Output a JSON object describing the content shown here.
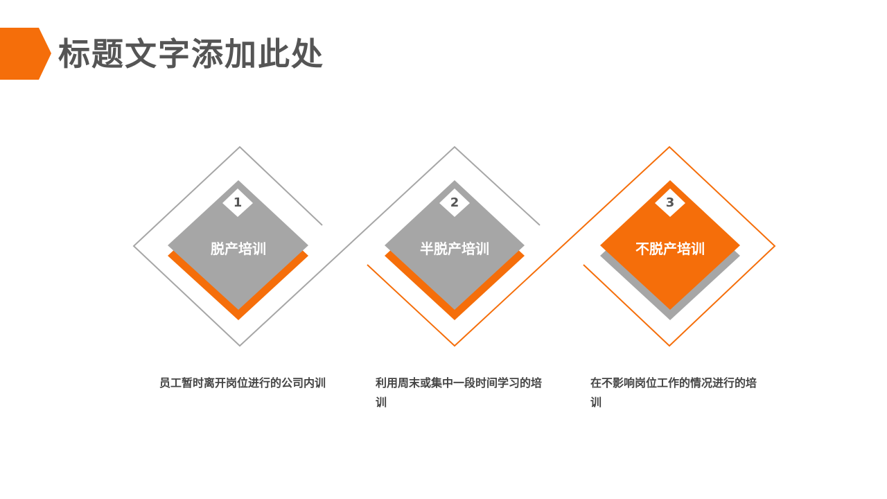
{
  "header": {
    "title": "标题文字添加此处",
    "accent_color": "#F56E0A"
  },
  "colors": {
    "orange": "#F56E0A",
    "gray": "#A6A6A6",
    "outline_gray": "#A6A6A6",
    "text_dark": "#444444"
  },
  "cards": [
    {
      "number": "1",
      "label": "脱产培训",
      "description": "员工暂时离开岗位进行的公司内训",
      "fill": "#A6A6A6",
      "shadow": "#F56E0A"
    },
    {
      "number": "2",
      "label": "半脱产培训",
      "description": "利用周末或集中一段时间学习的培训",
      "fill": "#A6A6A6",
      "shadow": "#F56E0A"
    },
    {
      "number": "3",
      "label": "不脱产培训",
      "description": "在不影响岗位工作的情况进行的培训",
      "fill": "#F56E0A",
      "shadow": "#A6A6A6"
    }
  ]
}
